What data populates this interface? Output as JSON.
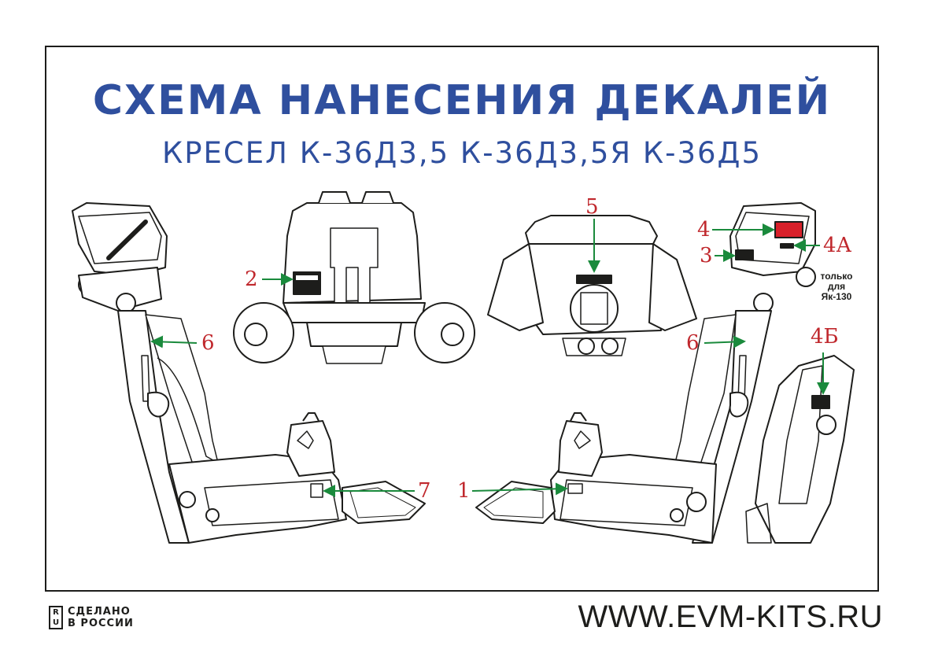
{
  "title": {
    "line1": "СХЕМА НАНЕСЕНИЯ ДЕКАЛЕЙ",
    "line2": "КРЕСЕЛ К-36Д3,5 К-36Д3,5Я К-36Д5"
  },
  "callouts": {
    "c1": "1",
    "c2": "2",
    "c3": "3",
    "c4": "4",
    "c4a": "4А",
    "c4b": "4Б",
    "c5": "5",
    "c6_left": "6",
    "c6_right": "6",
    "c7": "7"
  },
  "note": {
    "line1": "только",
    "line2": "для",
    "line3": "Як-130"
  },
  "footer": {
    "badge_top": "R",
    "badge_bottom": "U",
    "made_line1": "СДЕЛАНО",
    "made_line2": "В РОССИИ",
    "website": "WWW.EVM-KITS.RU"
  },
  "colors": {
    "title": "#2f4f9e",
    "callout": "#c0282d",
    "arrow": "#1a8a3c",
    "decal_red": "#d8202a",
    "line_art": "#1d1d1b"
  }
}
